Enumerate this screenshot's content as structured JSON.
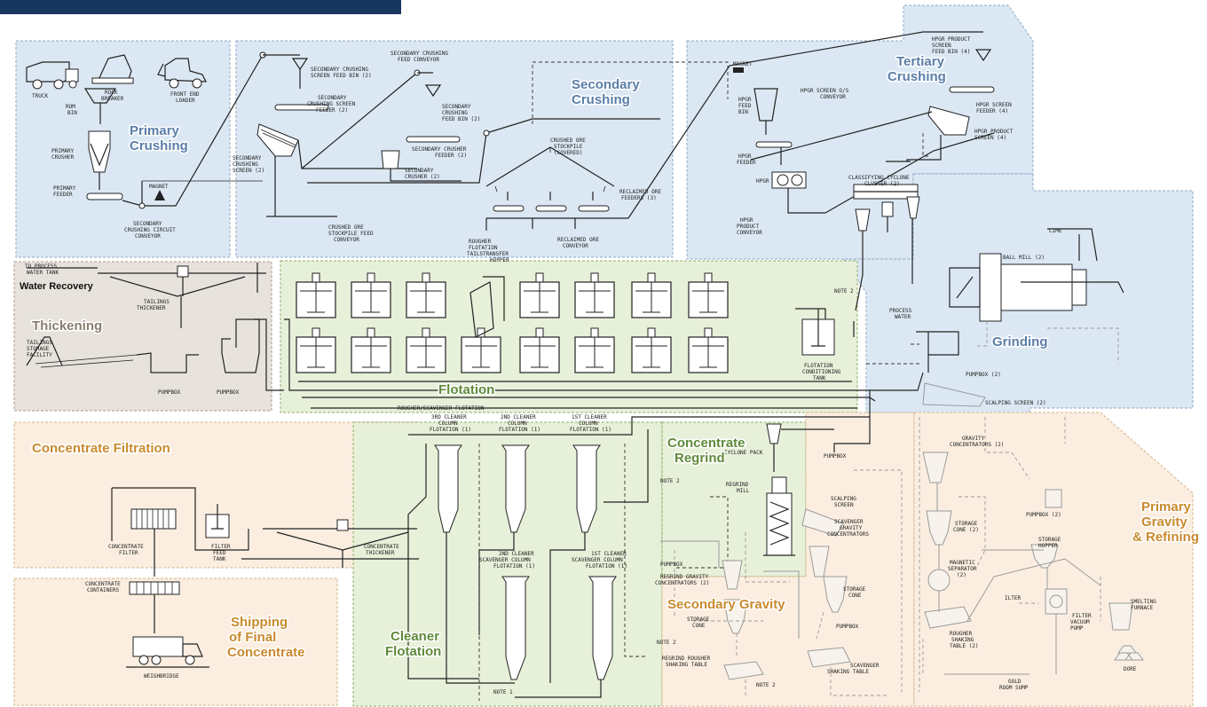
{
  "header": {
    "text": "",
    "color": "#17375e"
  },
  "colors": {
    "blue_zone": "#dbe8f4",
    "green_zone": "#e7f0d9",
    "orange_zone": "#fbeee0",
    "grey_zone": "#e7e2dc",
    "blue_label": "#5a7ea8",
    "green_label": "#5f8a3a",
    "orange_label": "#c98a2e",
    "grey_label": "#8a7d70"
  },
  "areas": {
    "primary_crushing": [
      "Primary",
      "Crushing"
    ],
    "secondary_crushing": [
      "Secondary",
      "Crushing"
    ],
    "tertiary_crushing": [
      "Tertiary",
      "Crushing"
    ],
    "grinding": "Grinding",
    "thickening": "Thickening",
    "water_recovery": "Water Recovery",
    "flotation": "Flotation",
    "concentrate_filtration": "Concentrate Filtration",
    "concentrate_regrind": [
      "Concentrate",
      "Regrind"
    ],
    "cleaner_flotation": [
      "Cleaner",
      "Flotation"
    ],
    "secondary_gravity": "Secondary Gravity",
    "primary_gravity": [
      "Primary",
      "Gravity",
      "& Refining"
    ],
    "shipping": [
      "Shipping",
      "of Final",
      "Concentrate"
    ]
  },
  "labels": {
    "truck": "TRUCK",
    "rock_breaker": [
      "ROCK",
      "BREAKER"
    ],
    "front_end_loader": [
      "FRONT END",
      "LOADER"
    ],
    "rom_bin": [
      "ROM",
      "BIN"
    ],
    "primary_crusher": [
      "PRIMARY",
      "CRUSHER"
    ],
    "primary_feeder": [
      "PRIMARY",
      "FEEDER"
    ],
    "magnet_primary": "MAGNET",
    "secondary_circuit_conveyor": [
      "SECONDARY",
      "CRUSHING CIRCUIT",
      "CONVEYOR"
    ],
    "sec_screen_feed_bin": [
      "SECONDARY CRUSHING",
      "SCREEN FEED BIN (2)"
    ],
    "sec_screen_feeder": [
      "SECONDARY",
      "CRUSHING SCREEN",
      "FEEDER (2)"
    ],
    "sec_screen": [
      "SECONDARY",
      "CRUSHING",
      "SCREEN (2)"
    ],
    "sec_feed_conveyor": [
      "SECONDARY CRUSHING",
      "FEED CONVEYOR"
    ],
    "sec_feed_bin": [
      "SECONDARY",
      "CRUSHING",
      "FEED BIN (2)"
    ],
    "sec_crusher_feeder": [
      "SECONDARY CRUSHER",
      "FEEDER (2)"
    ],
    "sec_crusher": [
      "SECONDARY",
      "CRUSHER (2)"
    ],
    "stockpile_feed_conveyor": [
      "CRUSHED ORE",
      "STOCKPILE FEED",
      "CONVEYOR"
    ],
    "stockpile": [
      "CRUSHED ORE",
      "STOCKPILE",
      "(COVERED)"
    ],
    "reclaimed_feeders": [
      "RECLAIMED ORE",
      "FEEDERS (3)"
    ],
    "reclaimed_conveyor": [
      "RECLAIMED ORE",
      "CONVEYOR"
    ],
    "magnet_tertiary": "MAGNET",
    "hpgr_feed_bin": [
      "HPGR",
      "FEED",
      "BIN"
    ],
    "hpgr_screen_os": [
      "HPGR SCREEN O/S",
      "CONVEYOR"
    ],
    "hpgr_feeder": [
      "HPGR",
      "FEEDER"
    ],
    "hpgr": "HPGR",
    "hpgr_product_conveyor": [
      "HPGR",
      "PRODUCT",
      "CONVEYOR"
    ],
    "hpgr_product_feed_bin": [
      "HPGR PRODUCT",
      "SCREEN",
      "FEED BIN (4)"
    ],
    "hpgr_screen_feeder": [
      "HPGR SCREEN",
      "FEEDER (4)"
    ],
    "hpgr_product_screen": [
      "HPGR PRODUCT",
      "SCREEN (4)"
    ],
    "classifying_cyclone": [
      "CLASSIFYING CYCLONE",
      "CLUSTER (2)"
    ],
    "lime": "LIME",
    "ball_mill": "BALL MILL (2)",
    "process_water": [
      "PROCESS",
      "WATER"
    ],
    "pumpbox_2_grinding": "PUMPBOX (2)",
    "scalping_screen_2": "SCALPING SCREEN (2)",
    "note2": "NOTE 2",
    "note1": "NOTE 1",
    "to_process_water_tank": [
      "TO PROCESS",
      "WATER TANK"
    ],
    "tailings_thickener": [
      "TAILINGS",
      "THICKENER"
    ],
    "tailings_storage": [
      "TAILINGS",
      "STORAGE",
      "FACILITY"
    ],
    "pumpbox": "PUMPBOX",
    "rougher_hopper": [
      "ROUGHER",
      "FLOTATION",
      "TAILSTRANSFER",
      "HOPPER"
    ],
    "flotation_conditioning_tank": [
      "FLOTATION",
      "CONDITIONING",
      "TANK"
    ],
    "rougher_scavenger": "ROUGHER/SCAVENGER FLOTATION",
    "cleaner3": [
      "3RD CLEANER",
      "COLUMN",
      "FLOTATION (1)"
    ],
    "cleaner2": [
      "2ND CLEANER",
      "COLUMN",
      "FLOTATION (1)"
    ],
    "cleaner1": [
      "1ST CLEANER",
      "COLUMN",
      "FLOTATION (1)"
    ],
    "cleaner2_scav": [
      "2ND CLEANER",
      "SCAVENGER COLUMN",
      "FLOTATION (1)"
    ],
    "cleaner1_scav": [
      "1ST CLEANER",
      "SCAVENGER COLUMN",
      "FLOTATION (1)"
    ],
    "cyclone_pack": "CYCLONE PACK",
    "regrind_mill": [
      "REGRIND",
      "MILL"
    ],
    "concentrate_filter": [
      "CONCENTRATE",
      "FILTER"
    ],
    "filter_feed_tank": [
      "FILTER",
      "FEED",
      "TANK"
    ],
    "concentrate_thickener": [
      "CONCENTRATE",
      "THICKENER"
    ],
    "concentrate_containers": [
      "CONCENTRATE",
      "CONTAINERS"
    ],
    "weighbridge": "WEIGHBRIDGE",
    "regrind_gravity_conc": [
      "REGRIND GRAVITY",
      "CONCENTRATORS (2)"
    ],
    "storage_cone": [
      "STORAGE",
      "CONE"
    ],
    "regrind_rougher_table": [
      "REGRIND ROUGHER",
      "SHAKING TABLE"
    ],
    "scalping_screen": [
      "SCALPING",
      "SCREEN"
    ],
    "scavenger_gravity_conc": [
      "SCAVENGER",
      "GRAVITY",
      "CONCENTRATORS"
    ],
    "scavenger_table": [
      "SCAVENGER",
      "SHAKING TABLE"
    ],
    "gravity_concentrators": [
      "GRAVITY",
      "CONCENTRATORS (2)"
    ],
    "storage_cone_2": [
      "STORAGE",
      "CONE (2)"
    ],
    "pumpbox_2": "PUMPBOX (2)",
    "magnetic_separator": [
      "MAGNETIC",
      "SEPARATOR",
      "(2)"
    ],
    "storage_hopper": [
      "STORAGE",
      "HOPPER"
    ],
    "filter_vacuum_pump": [
      "FILTER",
      "VACUUM",
      "PUMP"
    ],
    "rougher_shaking_table": [
      "ROUGHER",
      "SHAKING",
      "TABLE (2)"
    ],
    "gold_room_sump": [
      "GOLD",
      "ROOM SUMP"
    ],
    "smelting_furnace": [
      "SMELTING",
      "FURNACE"
    ],
    "dore": "DORE",
    "filter_small": "ILTER"
  }
}
